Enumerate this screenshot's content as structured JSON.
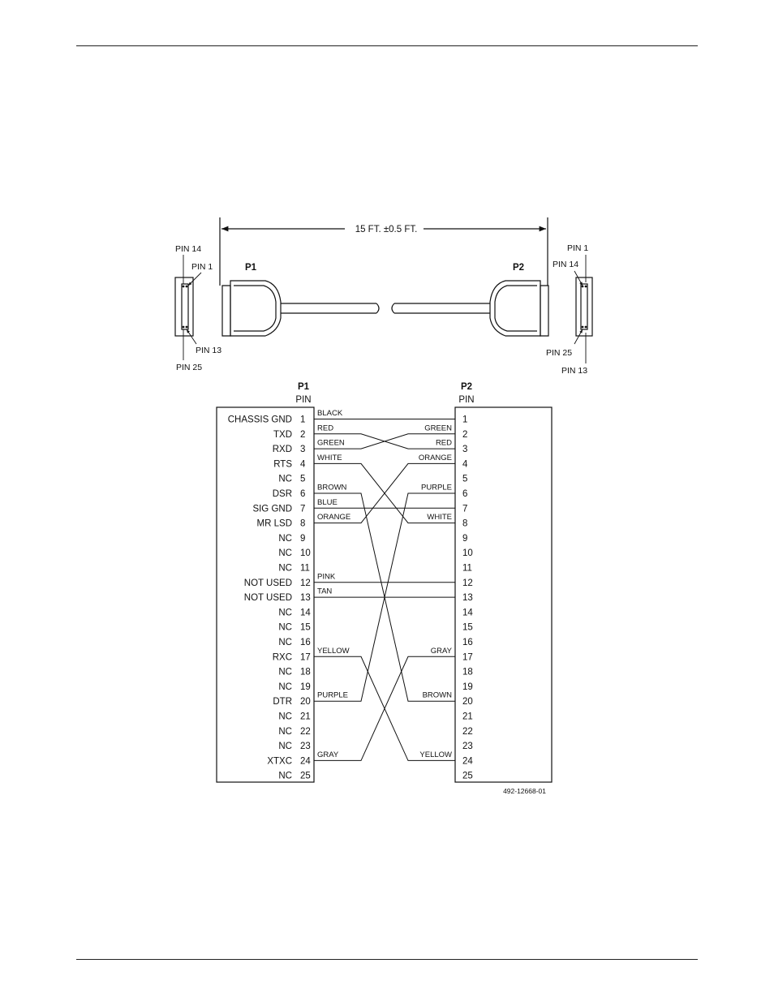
{
  "dimension_label": "15 FT. ±0.5 FT.",
  "figure_id": "492-12668-01",
  "connector_left": {
    "name": "P1",
    "pin_labels": {
      "pin14": "PIN 14",
      "pin1": "PIN 1",
      "pin13": "PIN 13",
      "pin25": "PIN 25"
    }
  },
  "connector_right": {
    "name": "P2",
    "pin_labels": {
      "pin1": "PIN 1",
      "pin14": "PIN 14",
      "pin25": "PIN 25",
      "pin13": "PIN 13"
    }
  },
  "table": {
    "p1_header": "P1",
    "p2_header": "P2",
    "pin_header": "PIN",
    "p1_signals": [
      "CHASSIS GND",
      "TXD",
      "RXD",
      "RTS",
      "NC",
      "DSR",
      "SIG GND",
      "MR LSD",
      "NC",
      "NC",
      "NC",
      "NOT USED",
      "NOT USED",
      "NC",
      "NC",
      "NC",
      "RXC",
      "NC",
      "NC",
      "DTR",
      "NC",
      "NC",
      "NC",
      "XTXC",
      "NC"
    ],
    "pin_numbers": [
      "1",
      "2",
      "3",
      "4",
      "5",
      "6",
      "7",
      "8",
      "9",
      "10",
      "11",
      "12",
      "13",
      "14",
      "15",
      "16",
      "17",
      "18",
      "19",
      "20",
      "21",
      "22",
      "23",
      "24",
      "25"
    ]
  },
  "wires": [
    {
      "color": "BLACK",
      "from": 1,
      "to": 1
    },
    {
      "color": "RED",
      "from": 2,
      "to": 3
    },
    {
      "color": "GREEN",
      "from": 3,
      "to": 2
    },
    {
      "color": "WHITE",
      "from": 4,
      "to": 8
    },
    {
      "color": "BROWN",
      "from": 6,
      "to": 20
    },
    {
      "color": "BLUE",
      "from": 7,
      "to": 7
    },
    {
      "color": "ORANGE",
      "from": 8,
      "to": 4
    },
    {
      "color": "PINK",
      "from": 12,
      "to": 12
    },
    {
      "color": "TAN",
      "from": 13,
      "to": 13
    },
    {
      "color": "YELLOW",
      "from": 17,
      "to": 24
    },
    {
      "color": "PURPLE",
      "from": 20,
      "to": 6
    },
    {
      "color": "GRAY",
      "from": 24,
      "to": 17
    }
  ]
}
